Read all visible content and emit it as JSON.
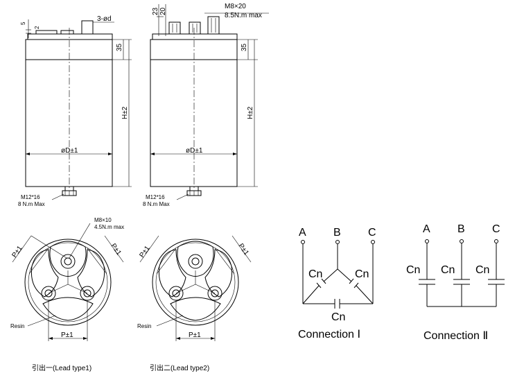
{
  "drawing": {
    "left_view": {
      "dim_terminal_a": "5",
      "dim_terminal_b": "2",
      "dim_terminal_dia": "3-ød",
      "dim_top": "35",
      "dim_height": "H±2",
      "dim_diameter": "øD±1",
      "bottom_stud": "M12*16",
      "bottom_torque": "8 N.m Max"
    },
    "right_view": {
      "dim_23": "23",
      "dim_20": "20",
      "terminal_thread": "M8×20",
      "terminal_torque": "8.5N.m max",
      "dim_top": "35",
      "dim_height": "H±2",
      "dim_diameter": "øD±1",
      "bottom_stud": "M12*16",
      "bottom_torque": "8 N.m Max"
    },
    "lead1": {
      "terminal_thread": "M8×10",
      "terminal_torque": "4.5N.m max",
      "pitch_left": "P±1",
      "pitch_right": "P±1",
      "pitch_bottom": "P±1",
      "resin": "Resin",
      "caption": "引出一(Lead type1)"
    },
    "lead2": {
      "pitch_left": "P±1",
      "pitch_right": "P±1",
      "pitch_bottom": "P±1",
      "resin": "Resin",
      "caption": "引出二(Lead type2)"
    }
  },
  "connection1": {
    "terminals": [
      "A",
      "B",
      "C"
    ],
    "cap_labels": [
      "Cn",
      "Cn",
      "Cn"
    ],
    "caption": "Connection Ⅰ"
  },
  "connection2": {
    "terminals": [
      "A",
      "B",
      "C"
    ],
    "cap_labels": [
      "Cn",
      "Cn",
      "Cn"
    ],
    "caption": "Connection Ⅱ"
  }
}
